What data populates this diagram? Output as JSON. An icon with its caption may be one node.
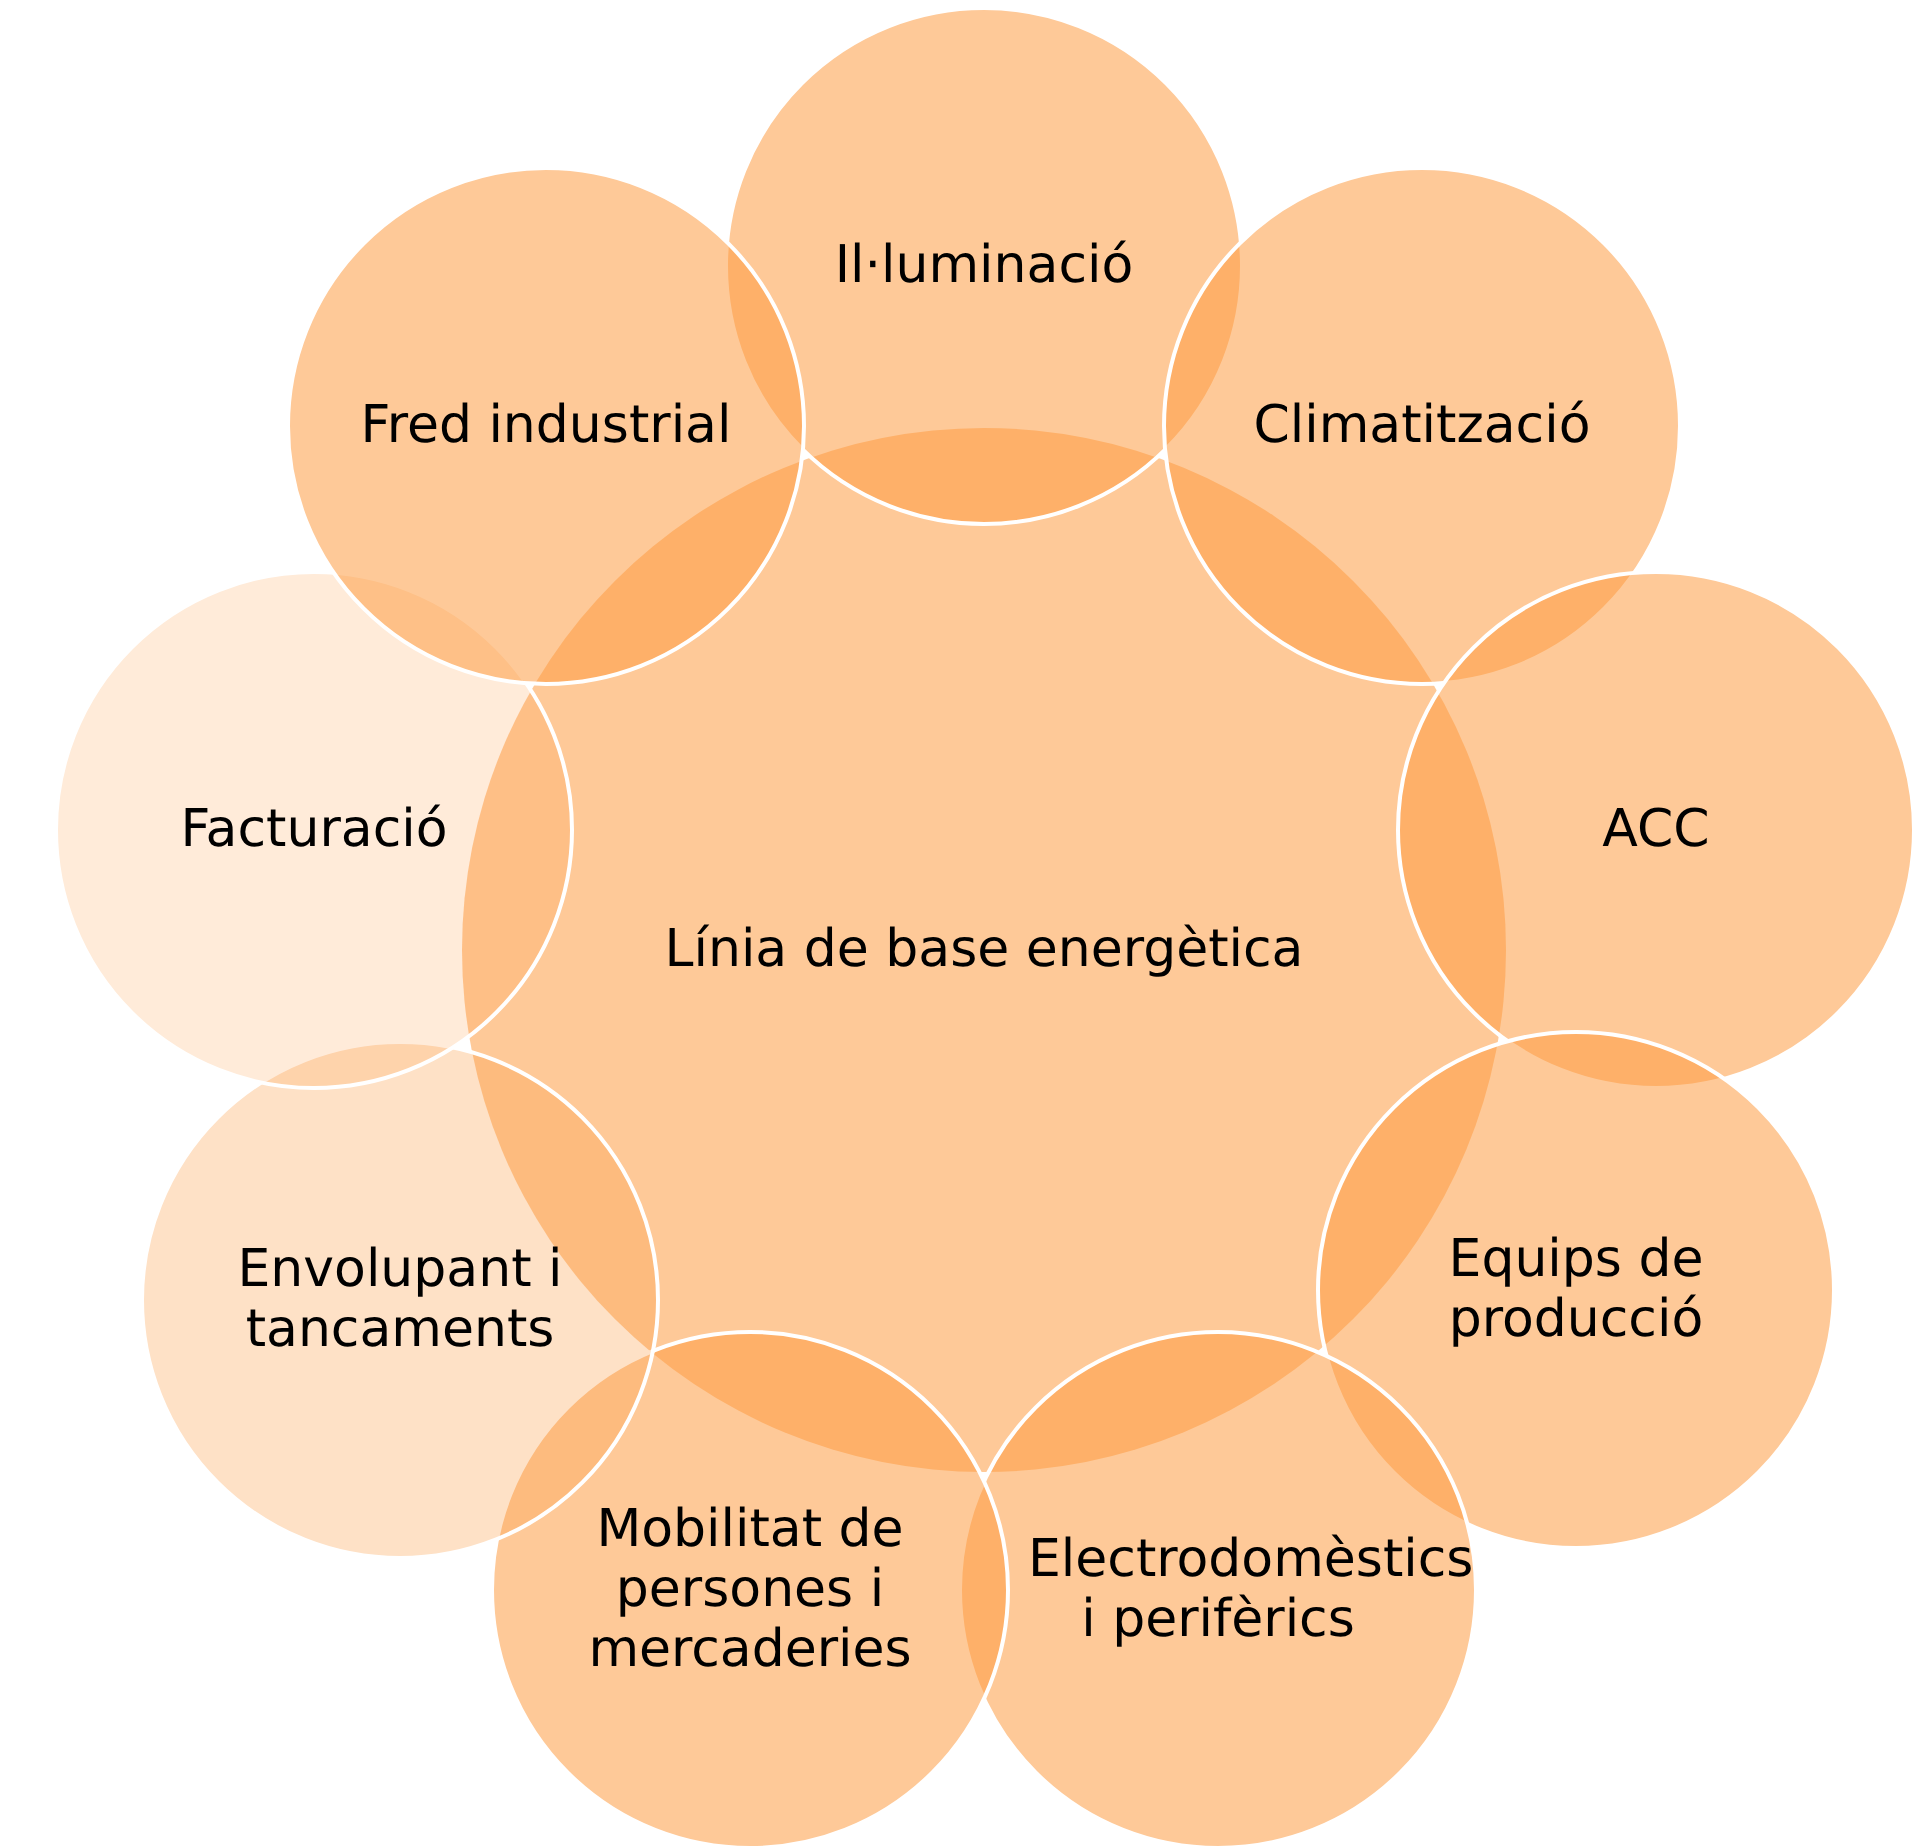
{
  "diagram": {
    "nodes": [
      {
        "text": [
          "Línia de base energètica"
        ]
      },
      {
        "text": [
          "Il·luminació"
        ]
      },
      {
        "text": [
          "Climatització"
        ]
      },
      {
        "text": [
          "ACC"
        ]
      },
      {
        "text": [
          "Equips de producció"
        ]
      },
      {
        "text": [
          "Electrodomèstics i perifèrics"
        ]
      },
      {
        "text": [
          "Mobilitat de persones i mercaderies"
        ]
      },
      {
        "text": [
          "Envolupant i tancaments"
        ]
      },
      {
        "text": [
          "Facturació"
        ]
      },
      {
        "text": [
          "Fred industrial"
        ]
      }
    ]
  }
}
